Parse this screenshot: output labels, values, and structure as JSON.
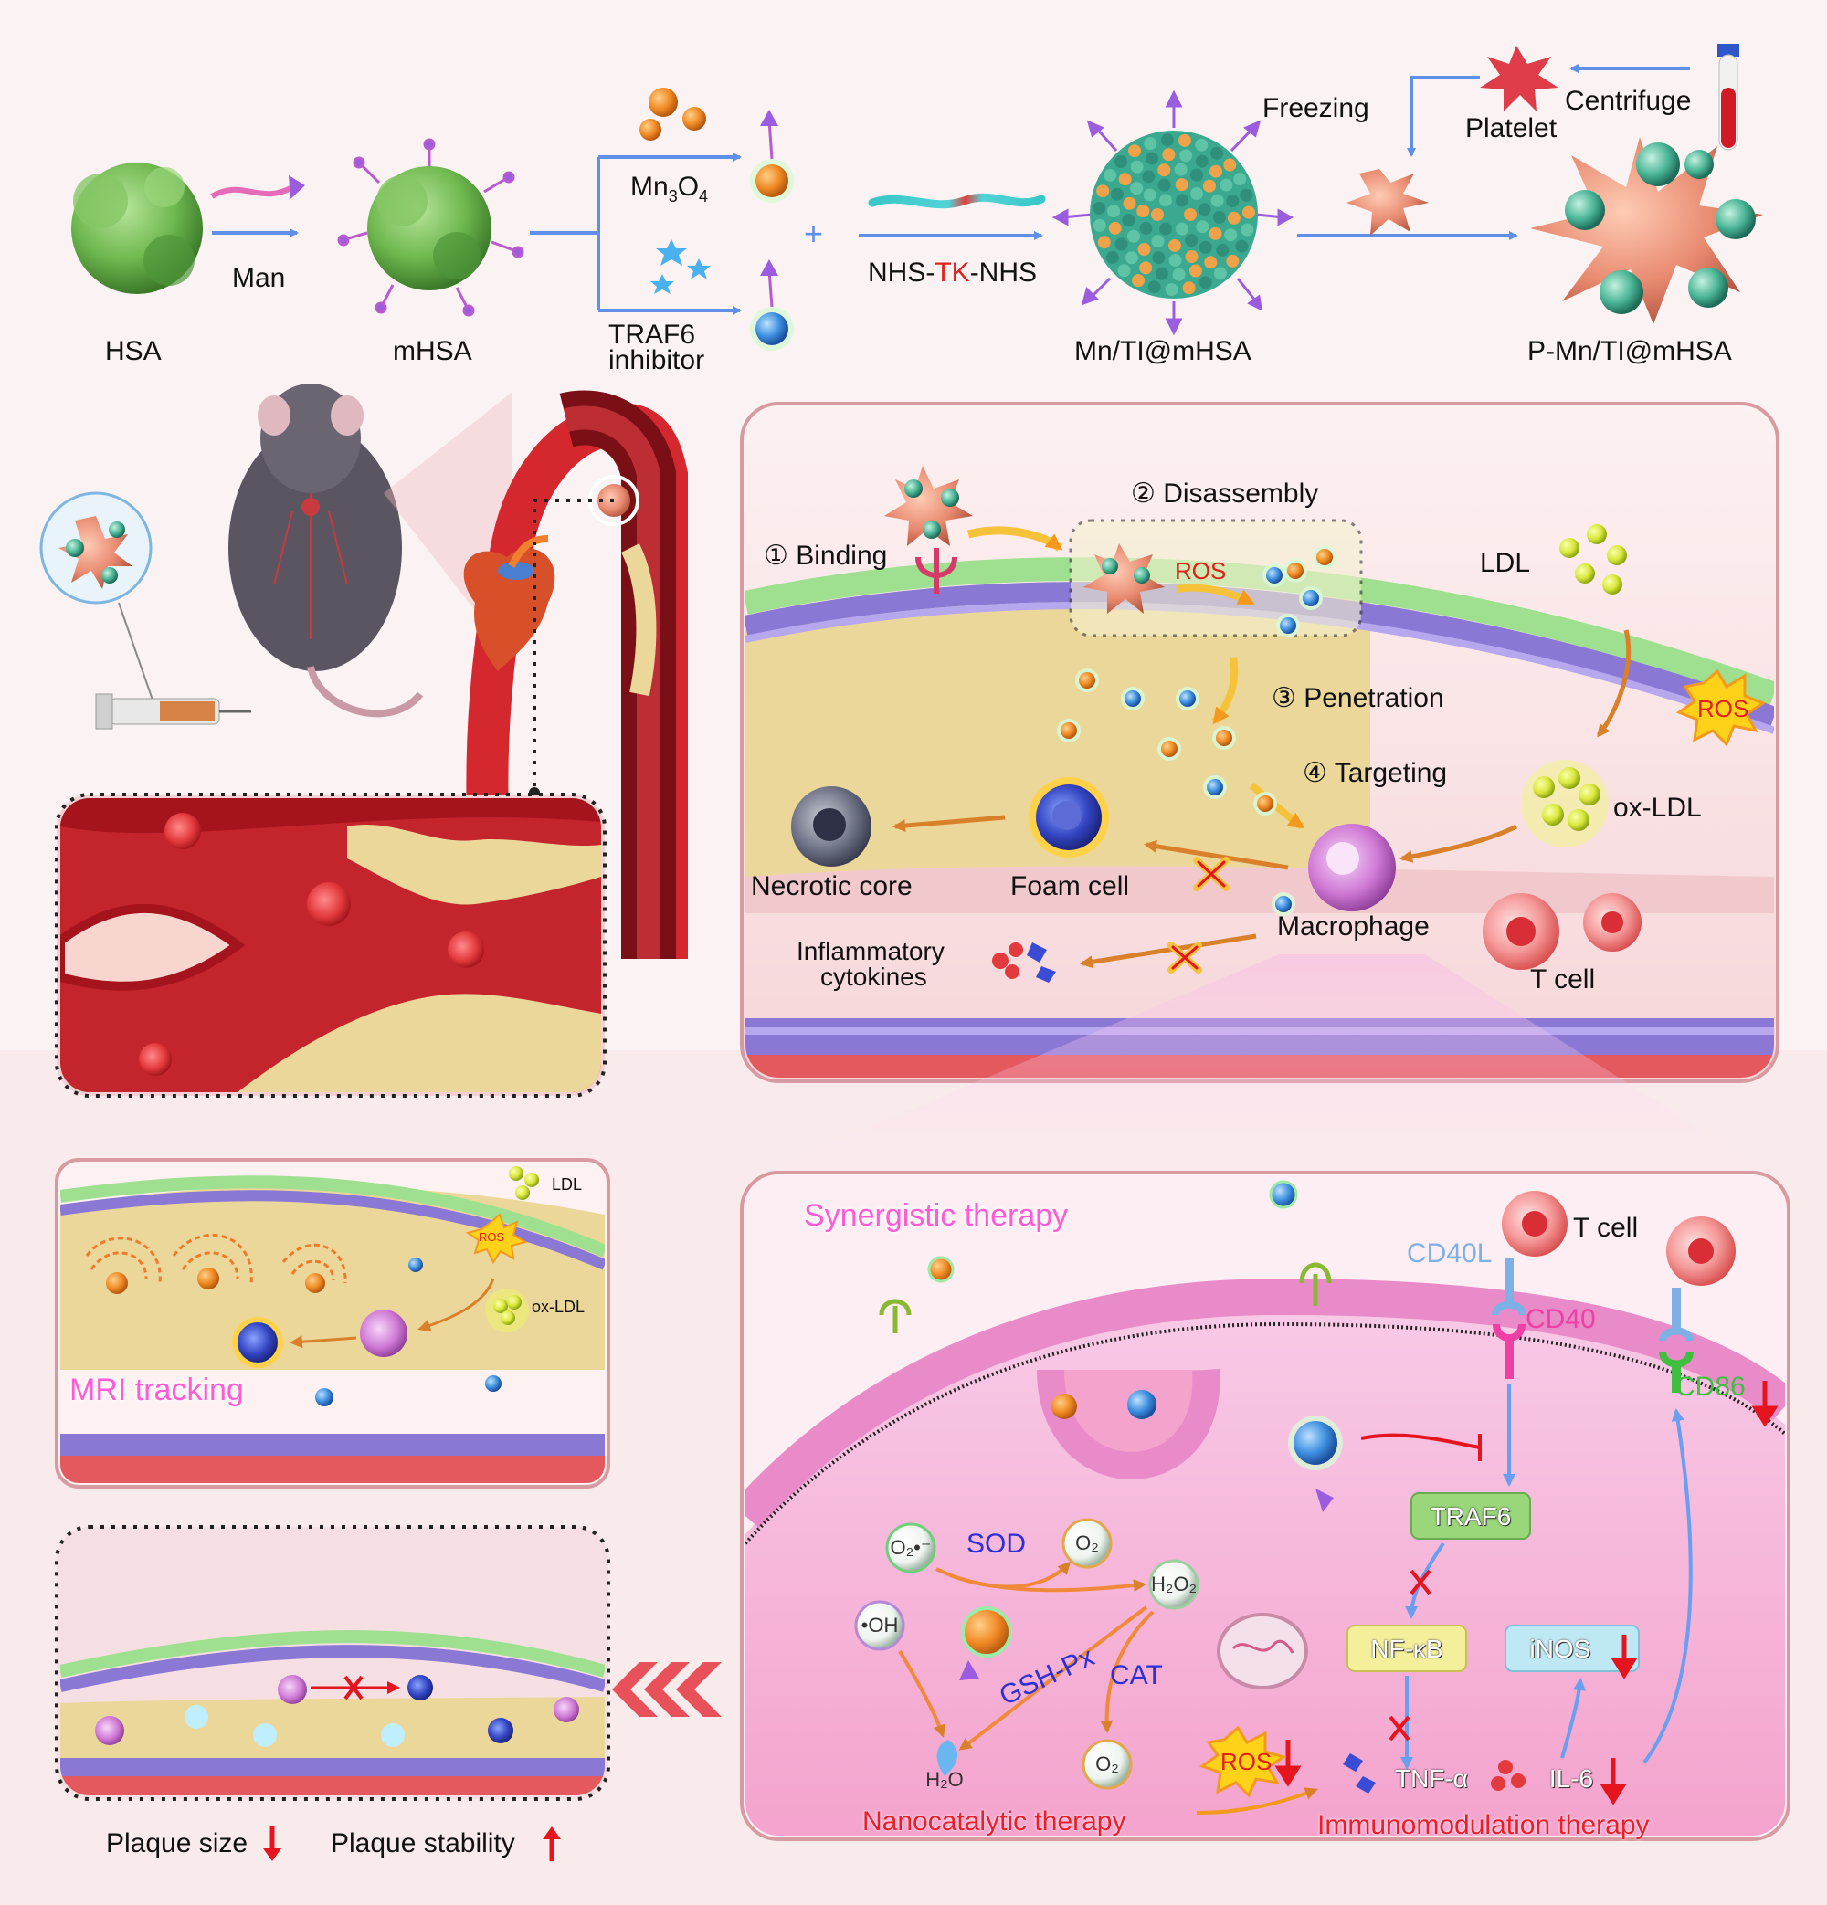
{
  "synthesis": {
    "hsa": "HSA",
    "man": "Man",
    "mhsa": "mHSA",
    "mn3o4_prefix": "Mn",
    "mn3o4_sub1": "3",
    "mn3o4_mid": "O",
    "mn3o4_sub2": "4",
    "traf6_inhibitor_line1": "TRAF6",
    "traf6_inhibitor_line2": "inhibitor",
    "linker_left": "NHS-",
    "linker_mid": "TK",
    "linker_right": "-NHS",
    "mn_ti_mhsa": "Mn/TI@mHSA",
    "freezing": "Freezing",
    "platelet": "Platelet",
    "centrifuge": "Centrifuge",
    "p_mn_ti_mhsa": "P-Mn/TI@mHSA"
  },
  "mechanism": {
    "binding": "① Binding",
    "disassembly": "② Disassembly",
    "ros": "ROS",
    "ldl": "LDL",
    "penetration": "③ Penetration",
    "targeting": "④ Targeting",
    "ros_badge": "ROS",
    "ox_ldl": "ox-LDL",
    "necrotic_core": "Necrotic core",
    "foam_cell": "Foam cell",
    "macrophage": "Macrophage",
    "inflammatory_line1": "Inflammatory",
    "inflammatory_line2": "cytokines",
    "t_cell": "T cell"
  },
  "mri": {
    "ldl": "LDL",
    "ros": "ROS",
    "ox_ldl": "ox-LDL",
    "title": "MRI tracking"
  },
  "outcome": {
    "plaque_size": "Plaque size",
    "plaque_stability": "Plaque stability"
  },
  "therapy": {
    "title": "Synergistic  therapy",
    "t_cell": "T cell",
    "cd40l": "CD40L",
    "cd40": "CD40",
    "cd86": "CD86",
    "traf6": "TRAF6",
    "nfkb": "NF-κB",
    "inos": "iNOS",
    "tnfa": "TNF-α",
    "il6": "IL-6",
    "ros": "ROS",
    "o2_radical": "O₂•⁻",
    "sod": "SOD",
    "o2": "O₂",
    "h2o2": "H₂O₂",
    "oh": "•OH",
    "gsh_px": "GSH-Px",
    "cat": "CAT",
    "h2o": "H₂O",
    "o2_b": "O₂",
    "nanocatalytic": "Nanocatalytic  therapy",
    "immunomodulation": "Immunomodulation  therapy"
  },
  "colors": {
    "panel_border": "#d79aa0",
    "plaque": "#ecd79a",
    "endothelium": "#9ee08f",
    "membrane_purple": "#8a78d4",
    "vessel_red": "#c01624",
    "platelet": "#e88a70",
    "hsa_green": "#6fb84f",
    "mn_orange": "#f08a24",
    "ti_blue": "#3d8fe0",
    "macrophage_pink": "#d07ad6",
    "ros_yellow": "#ffd21a",
    "arrow_orange": "#e48a24",
    "arrow_blue": "#5f8fe8",
    "down_arrow_red": "#e6141e"
  }
}
